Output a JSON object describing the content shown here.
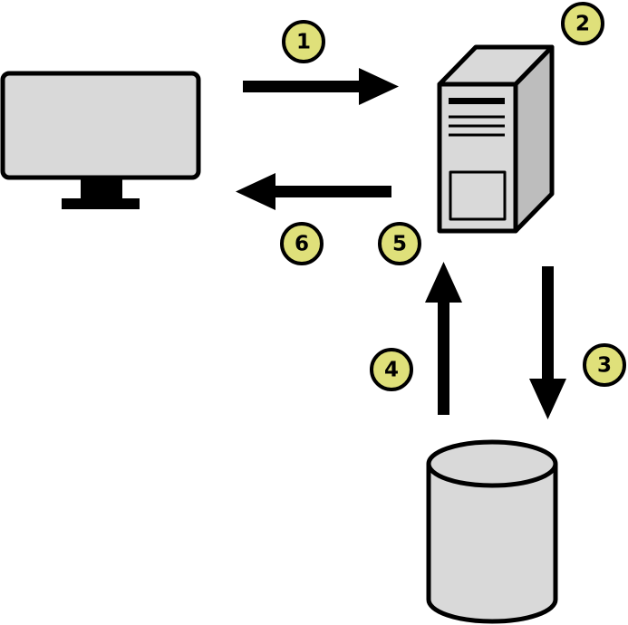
{
  "colors": {
    "stroke": "#000000",
    "device_fill": "#d9d9d9",
    "device_fill_dark": "#bdbdbd",
    "badge_fill": "#dfe07a"
  },
  "nodes": {
    "client": {
      "icon": "monitor-icon"
    },
    "server": {
      "icon": "server-tower-icon"
    },
    "database": {
      "icon": "database-cylinder-icon"
    }
  },
  "steps": [
    {
      "label": "1"
    },
    {
      "label": "2"
    },
    {
      "label": "3"
    },
    {
      "label": "4"
    },
    {
      "label": "5"
    },
    {
      "label": "6"
    }
  ]
}
